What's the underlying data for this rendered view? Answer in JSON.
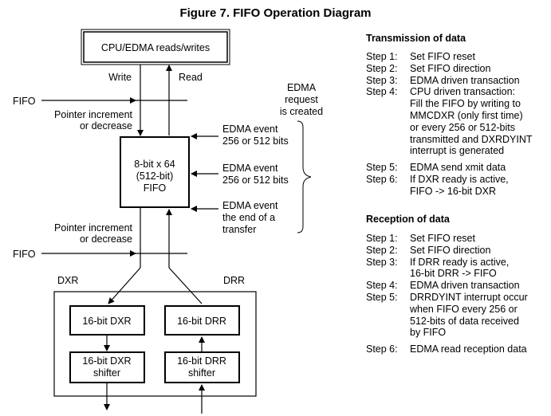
{
  "title": "Figure 7. FIFO Operation Diagram",
  "diagram": {
    "cpu_box": "CPU/EDMA reads/writes",
    "write_label": "Write",
    "read_label": "Read",
    "fifo_top_label": "FIFO",
    "fifo_bottom_label": "FIFO",
    "pointer_top": [
      "Pointer increment",
      "or decrease"
    ],
    "pointer_bottom": [
      "Pointer increment",
      "or decrease"
    ],
    "edma_request": [
      "EDMA",
      "request",
      "is created"
    ],
    "fifo_box": [
      "8-bit x 64",
      "(512-bit)",
      "FIFO"
    ],
    "edma_event_1": [
      "EDMA event",
      "256 or 512 bits"
    ],
    "edma_event_2": [
      "EDMA event",
      "256 or 512 bits"
    ],
    "edma_event_3": [
      "EDMA event",
      "the end of a",
      "transfer"
    ],
    "dxr_label": "DXR",
    "drr_label": "DRR",
    "dxr_box": "16-bit DXR",
    "drr_box": "16-bit DRR",
    "dxr_shifter": [
      "16-bit DXR",
      "shifter"
    ],
    "drr_shifter": [
      "16-bit DRR",
      "shifter"
    ]
  },
  "transmission": {
    "title": "Transmission of data",
    "steps": [
      {
        "no": "Step 1:",
        "text": "Set FIFO reset"
      },
      {
        "no": "Step 2:",
        "text": "Set FIFO direction"
      },
      {
        "no": "Step 3:",
        "text": "EDMA driven transaction"
      },
      {
        "no": "Step 4:",
        "text": "CPU driven transaction:\nFill the FIFO by writing to\nMMCDXR (only first time)\nor every 256 or 512-bits\ntransmitted and DXRDYINT\ninterrupt is generated"
      },
      {
        "no": "Step 5:",
        "text": "EDMA send xmit data"
      },
      {
        "no": "Step 6:",
        "text": "If DXR ready is active,\nFIFO -> 16-bit DXR"
      }
    ]
  },
  "reception": {
    "title": "Reception of data",
    "steps": [
      {
        "no": "Step 1:",
        "text": "Set FIFO reset"
      },
      {
        "no": "Step 2:",
        "text": "Set FIFO direction"
      },
      {
        "no": "Step 3:",
        "text": "If DRR ready is active,\n16-bit DRR -> FIFO"
      },
      {
        "no": "Step 4:",
        "text": "EDMA driven transaction"
      },
      {
        "no": "Step 5:",
        "text": "DRRDYINT interrupt occur\nwhen FIFO every 256 or\n512-bits of data received\nby FIFO"
      },
      {
        "no": "Step 6:",
        "text": "EDMA read reception data"
      }
    ]
  }
}
